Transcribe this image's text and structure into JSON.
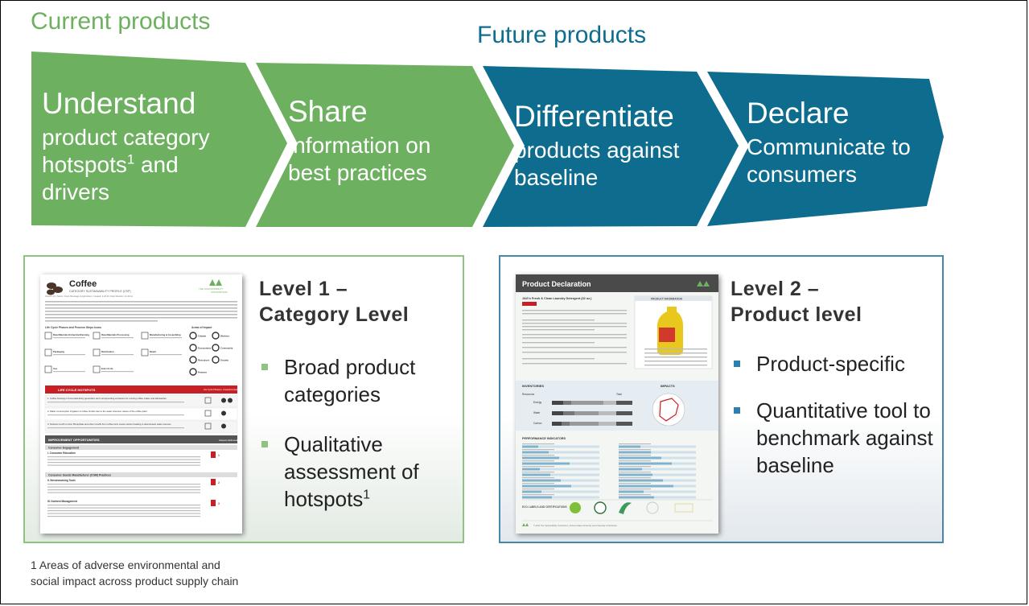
{
  "headers": {
    "current": "Current products",
    "future": "Future products"
  },
  "stages": [
    {
      "title": "Understand",
      "sub_line1": "product category",
      "sub_line2": "hotspots",
      "sub_sup": "1",
      "sub_line2_end": " and",
      "sub_line3": "drivers",
      "color": "#6db160"
    },
    {
      "title": "Share",
      "sub_line1": "information on",
      "sub_line2": "best practices",
      "color": "#6db160"
    },
    {
      "title": "Differentiate",
      "sub_line1": "products against",
      "sub_line2": "baseline",
      "color": "#0e6d8f"
    },
    {
      "title": "Declare",
      "sub_line1": "Communicate to",
      "sub_line2": "consumers",
      "color": "#0e6d8f"
    }
  ],
  "level1": {
    "title_line1": "Level 1 –",
    "title_line2": "Category Level",
    "bullet1": "Broad product categories",
    "bullet2": "Qualitative assessment of hotspots",
    "bullet2_sup": "1",
    "bullet_color": "#8fc381",
    "doc": {
      "heading": "Coffee",
      "subheading": "CATEGORY SUSTAINABILITY PROFILE (CSP)",
      "brand_line1": "THE SUSTAINABILITY",
      "brand_line2": "CONSORTIUM",
      "meta": "Version 1.0 | Sector: Food, Beverage & Agriculture | Created: 4-26-11 | Next Revision: 11-30-11",
      "section_phases": "Life Cycle Phases and Process Steps Icons",
      "section_impact": "Areas of Impact",
      "phases": [
        "Raw Materials Extraction/Farming",
        "Raw Materials Processing",
        "Manufacturing & Assembling",
        "Packaging",
        "Distribution",
        "Retail",
        "Use",
        "End of Life"
      ],
      "impacts": [
        "Climate",
        "Workers",
        "Ecosystems",
        "Community",
        "Resources",
        "Society",
        "Humans"
      ],
      "bar1": "LIFE CYCLE HOTSPOTS",
      "bar1_col1": "Life Cycle Phase(s)",
      "bar1_col2": "Impacted Areas",
      "hotspots": [
        "1. Coffee brewing in home Electricity generation and corresponding emissions for running coffee maker and dishwasher",
        "2. Water consumption Irrigation of coffee shrubs due to the water intensive nature of the coffee plant",
        "3. Nutrient runoff on farm Phosphate and other runoffs from coffee farm cause nutrient loading in downstream water sources"
      ],
      "bar2": "IMPROVEMENT OPPORTUNITIES",
      "bar2_col": "Hotspots Addressed",
      "groups": [
        "Consumer Engagement",
        "Consumer Goods Manufacturer (CGM) Practices"
      ],
      "opportunities": [
        {
          "title": "I. Consumer Education",
          "num": "1"
        },
        {
          "title": "II. Benchmarking Tools",
          "num": "2"
        },
        {
          "title": "III. Nutrient Management",
          "num": "3"
        }
      ]
    }
  },
  "level2": {
    "title_line1": "Level 2 –",
    "title_line2": "Product level",
    "bullet1": "Product-specific",
    "bullet2": "Quantitative tool to benchmark against baseline",
    "bullet_color": "#2e7fae",
    "doc": {
      "heading": "Product Declaration",
      "product": "J&G's Fresh & Clean Laundry Detergent (32 oz.)",
      "info_title": "PRODUCT INFORMATION",
      "inventories": "INVENTORIES",
      "impacts": "IMPACTS",
      "resources_labels": [
        "Energy",
        "Water",
        "Carbon"
      ],
      "total_label": "Total",
      "indicators": "PERFORMANCE INDICATORS",
      "eco_labels": "ECO LABELS AND CERTIFICATIONS",
      "footer": "© 2011 The Sustainability Consortium, Arizona State University and University of Arkansas"
    }
  },
  "footnote": {
    "line1": "1 Areas of adverse environmental  and",
    "line2": "social impact across product supply chain"
  }
}
